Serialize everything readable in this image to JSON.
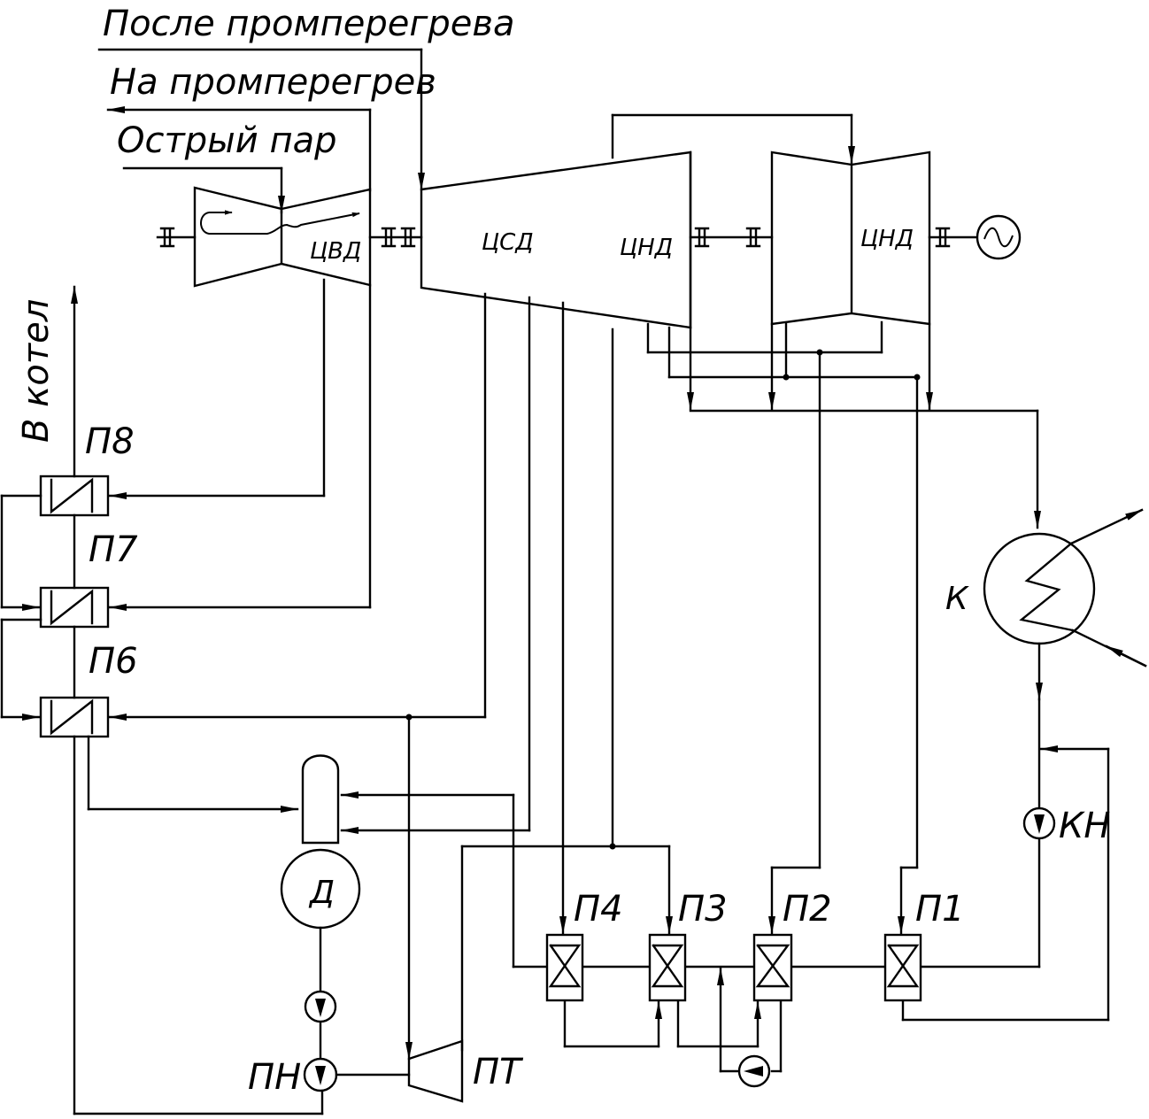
{
  "labels": {
    "after_reheat": "После промперегрева",
    "to_reheat": "На промперегрев",
    "live_steam": "Острый пар",
    "to_boiler": "В котел",
    "hp_cylinder": "ЦВД",
    "ip_cylinder": "ЦСД",
    "lp_cylinder_1": "ЦНД",
    "lp_cylinder_2": "ЦНД",
    "condenser": "К",
    "deaerator": "Д",
    "condensate_pump": "КН",
    "feed_pump": "ПН",
    "pump_turbine": "ПТ",
    "heater_p8": "П8",
    "heater_p7": "П7",
    "heater_p6": "П6",
    "heater_p4": "П4",
    "heater_p3": "П3",
    "heater_p2": "П2",
    "heater_p1": "П1"
  },
  "colors": {
    "line": "#000000",
    "background": "#ffffff"
  }
}
